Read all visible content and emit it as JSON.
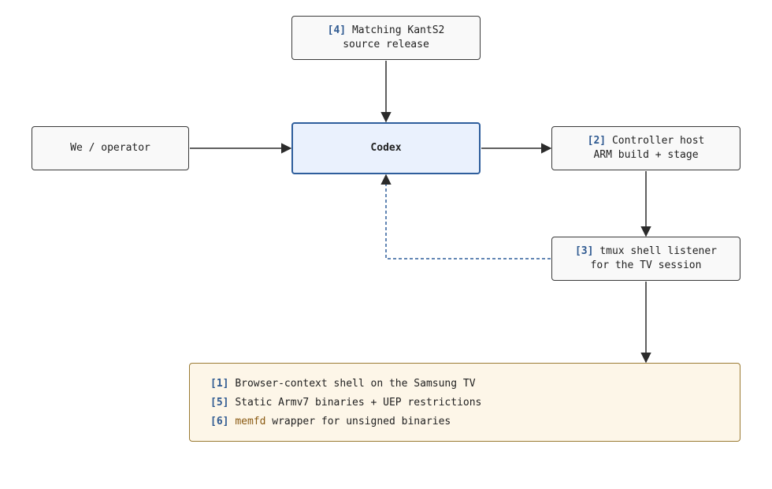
{
  "colors": {
    "ref_blue": "#2f5a91",
    "codex_fill": "#eaf1fd",
    "codex_border": "#2e5e9c",
    "note_fill": "#fdf6e8",
    "note_border": "#9b7b34",
    "term_color": "#8a5a12",
    "feedback_dash": "#2e5e9c"
  },
  "nodes": {
    "source": {
      "ref": "[4]",
      "line1": "Matching KantS2",
      "line2": "source release"
    },
    "operator": {
      "label": "We / operator"
    },
    "codex": {
      "label": "Codex"
    },
    "controller": {
      "ref": "[2]",
      "line1": "Controller host",
      "line2": "ARM build + stage"
    },
    "listener": {
      "ref": "[3]",
      "line1": "tmux shell listener",
      "line2": "for the TV session"
    }
  },
  "notes": [
    {
      "ref": "[1]",
      "text": "Browser-context shell on the Samsung TV"
    },
    {
      "ref": "[5]",
      "text": "Static Armv7 binaries + UEP restrictions"
    },
    {
      "ref": "[6]",
      "term": "memfd",
      "text": " wrapper for unsigned binaries"
    }
  ]
}
